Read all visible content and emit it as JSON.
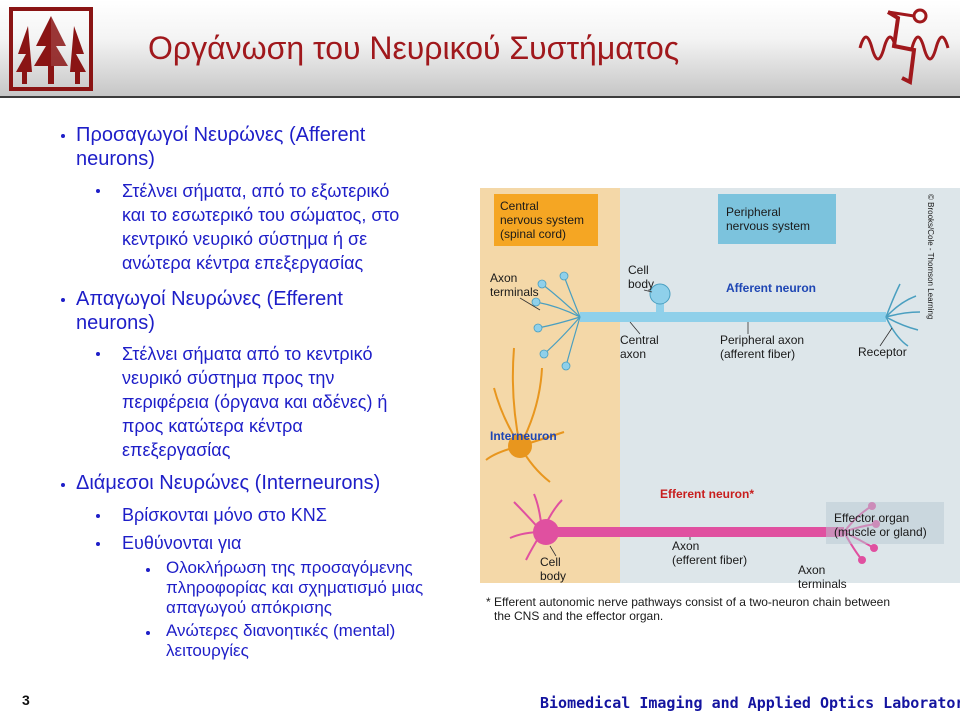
{
  "slide": {
    "title": "Οργάνωση του Νευρικού Συστήματος",
    "page_number": "3",
    "footer": "Biomedical Imaging and Applied Optics Laboratory"
  },
  "content": {
    "afferent": {
      "heading": [
        "Προσαγωγοί Νευρώνες (Afferent",
        "neurons)"
      ],
      "detail": [
        "Στέλνει σήματα, από το εξωτερικό",
        "και το εσωτερικό του σώματος, στο",
        "κεντρικό νευρικό σύστημα ή σε",
        "ανώτερα κέντρα επεξεργασίας"
      ]
    },
    "efferent": {
      "heading": [
        "Απαγωγοί Νευρώνες (Efferent",
        "neurons)"
      ],
      "detail": [
        "Στέλνει σήματα από το κεντρικό",
        "νευρικό σύστημα προς την",
        "περιφέρεια (όργανα και αδένες) ή",
        "προς κατώτερα κέντρα",
        "επεξεργασίας"
      ]
    },
    "interneurons": {
      "heading": "Διάμεσοι Νευρώνες (Interneurons)",
      "item1": "Βρίσκονται μόνο στο ΚΝΣ",
      "item2": "Ευθύνονται για",
      "sub1": [
        "Ολοκλήρωση της προσαγόμενης",
        "πληροφορίας και σχηματισμό μιας",
        "απαγωγού απόκρισης"
      ],
      "sub2": [
        "Ανώτερες διανοητικές (mental)",
        "λειτουργίες"
      ]
    }
  },
  "diagram": {
    "cns_box": [
      "Central",
      "nervous system",
      "(spinal cord)"
    ],
    "pns_box": [
      "Peripheral",
      "nervous system"
    ],
    "copyright": "© Brooks/Cole - Thomson Learning",
    "axon_terminals": [
      "Axon",
      "terminals"
    ],
    "cell_body": [
      "Cell",
      "body"
    ],
    "afferent_neuron": "Afferent neuron",
    "central_axon": [
      "Central",
      "axon"
    ],
    "peripheral_axon": [
      "Peripheral axon",
      "(afferent fiber)"
    ],
    "receptor": "Receptor",
    "interneuron": "Interneuron",
    "efferent_neuron": "Efferent neuron*",
    "effector_organ": [
      "Effector organ",
      "(muscle or gland)"
    ],
    "axon_efferent": [
      "Axon",
      "(efferent fiber)"
    ],
    "cell_body_lower": [
      "Cell",
      "body"
    ],
    "axon_terminals_lower": [
      "Axon",
      "terminals"
    ],
    "footnote": [
      "* Efferent autonomic nerve pathways consist of a two-neuron chain between",
      "the CNS and the effector organ."
    ]
  },
  "colors": {
    "title": "#a0181c",
    "text": "#1e1ec8",
    "cns_panel": "#f4d8a8",
    "pns_panel": "#dde6ea",
    "label_box": "#f5a623",
    "pns_box": "#7cc3dd",
    "afferent_fiber": "#8fd0ea",
    "efferent_fiber": "#e050a0",
    "label_blue": "#1e46b4",
    "label_red": "#c81e1e"
  }
}
